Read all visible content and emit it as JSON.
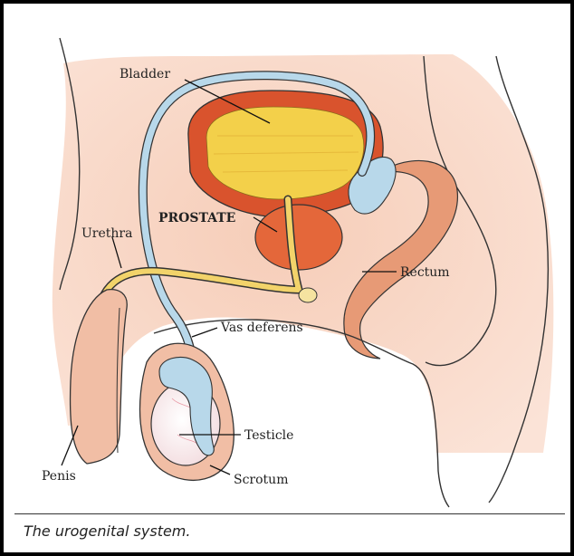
{
  "labels": {
    "bladder": "Bladder",
    "prostate": "PROSTATE",
    "urethra": "Urethra",
    "rectum": "Rectum",
    "vas_deferens": "Vas deferens",
    "testicle": "Testicle",
    "penis": "Penis",
    "scrotum": "Scrotum"
  },
  "caption": "The urogenital system.",
  "colors": {
    "skin": "#f3c5ae",
    "skin_light": "#f9ddd0",
    "bladder_wall": "#d9532d",
    "bladder_fill": "#f3d04a",
    "prostate": "#e4673a",
    "duct_blue": "#b8d8ea",
    "urethra_yellow": "#f2d36a",
    "outline": "#333333"
  }
}
